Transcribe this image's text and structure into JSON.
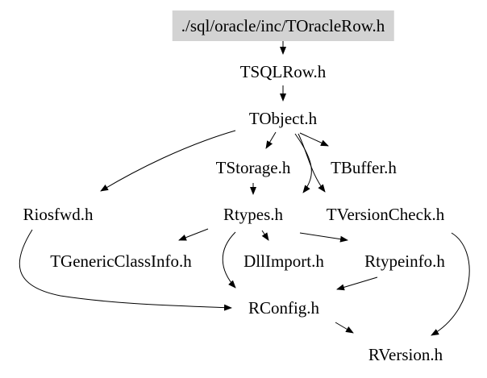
{
  "graph": {
    "root_fill": "#d3d3d3",
    "nodes": {
      "toraclerow": "./sql/oracle/inc/TOracleRow.h",
      "tsqlrow": "TSQLRow.h",
      "tobject": "TObject.h",
      "tstorage": "TStorage.h",
      "tbuffer": "TBuffer.h",
      "riosfwd": "Riosfwd.h",
      "rtypes": "Rtypes.h",
      "tversioncheck": "TVersionCheck.h",
      "tgenericclassinfo": "TGenericClassInfo.h",
      "dllimport": "DllImport.h",
      "rtypeinfo": "Rtypeinfo.h",
      "rconfig": "RConfig.h",
      "rversion": "RVersion.h"
    },
    "edges": [
      [
        "toraclerow",
        "tsqlrow"
      ],
      [
        "tsqlrow",
        "tobject"
      ],
      [
        "tobject",
        "riosfwd"
      ],
      [
        "tobject",
        "tstorage"
      ],
      [
        "tobject",
        "tbuffer"
      ],
      [
        "tobject",
        "rtypes"
      ],
      [
        "tobject",
        "tversioncheck"
      ],
      [
        "tstorage",
        "rtypes"
      ],
      [
        "riosfwd",
        "rconfig"
      ],
      [
        "rtypes",
        "tgenericclassinfo"
      ],
      [
        "rtypes",
        "dllimport"
      ],
      [
        "rtypes",
        "rtypeinfo"
      ],
      [
        "rtypes",
        "rconfig"
      ],
      [
        "rtypeinfo",
        "rconfig"
      ],
      [
        "rconfig",
        "rversion"
      ],
      [
        "tversioncheck",
        "rversion"
      ]
    ]
  }
}
